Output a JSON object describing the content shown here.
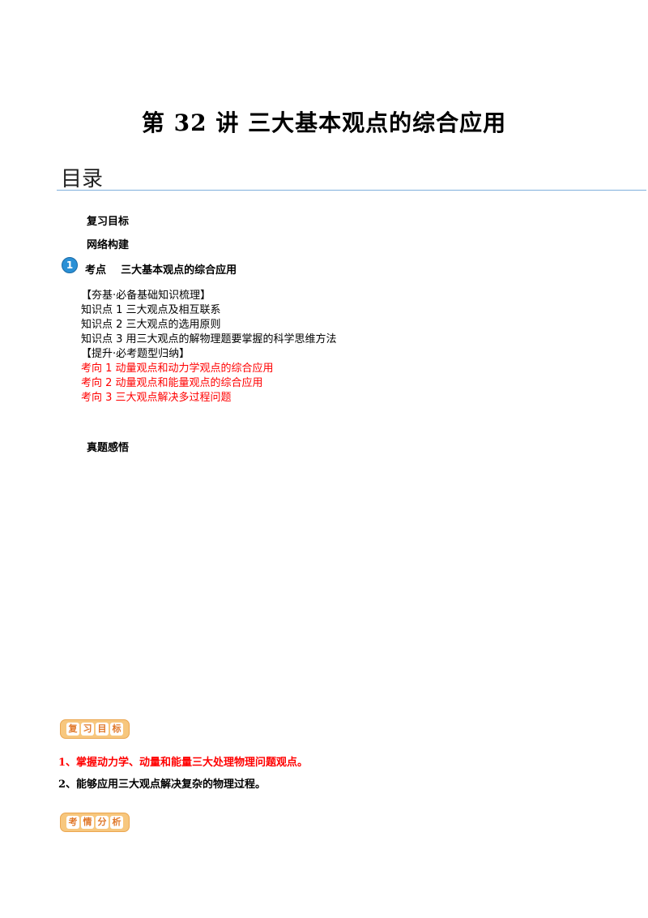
{
  "title": "第 32 讲  三大基本观点的综合应用",
  "toc": {
    "heading": "目录",
    "review_goal": "复习目标",
    "network": "网络构建",
    "exam_point_number": "1",
    "exam_point": "考点    三大基本观点的综合应用",
    "items": [
      {
        "text": "【夯基·必备基础知识梳理】",
        "color": "#000000"
      },
      {
        "text": "知识点 1  三大观点及相互联系",
        "color": "#000000"
      },
      {
        "text": "知识点 2  三大观点的选用原则",
        "color": "#000000"
      },
      {
        "text": "知识点 3  用三大观点的解物理题要掌握的科学思维方法",
        "color": "#000000"
      },
      {
        "text": "【提升·必考题型归纳】",
        "color": "#000000"
      },
      {
        "text": "考向 1  动量观点和动力学观点的综合应用",
        "color": "#ff0000"
      },
      {
        "text": "考向 2  动量观点和能量观点的综合应用",
        "color": "#ff0000"
      },
      {
        "text": "考向 3  三大观点解决多过程问题",
        "color": "#ff0000"
      }
    ],
    "real_questions": "真题感悟"
  },
  "badges": {
    "review_goal": [
      "复",
      "习",
      "目",
      "标"
    ],
    "exam_analysis": [
      "考",
      "情",
      "分",
      "析"
    ]
  },
  "goals": [
    {
      "text": "1、掌握动力学、动量和能量三大处理物理问题观点。",
      "color": "#ff0000"
    },
    {
      "text": "2、能够应用三大观点解决复杂的物理过程。",
      "color": "#000000"
    }
  ]
}
